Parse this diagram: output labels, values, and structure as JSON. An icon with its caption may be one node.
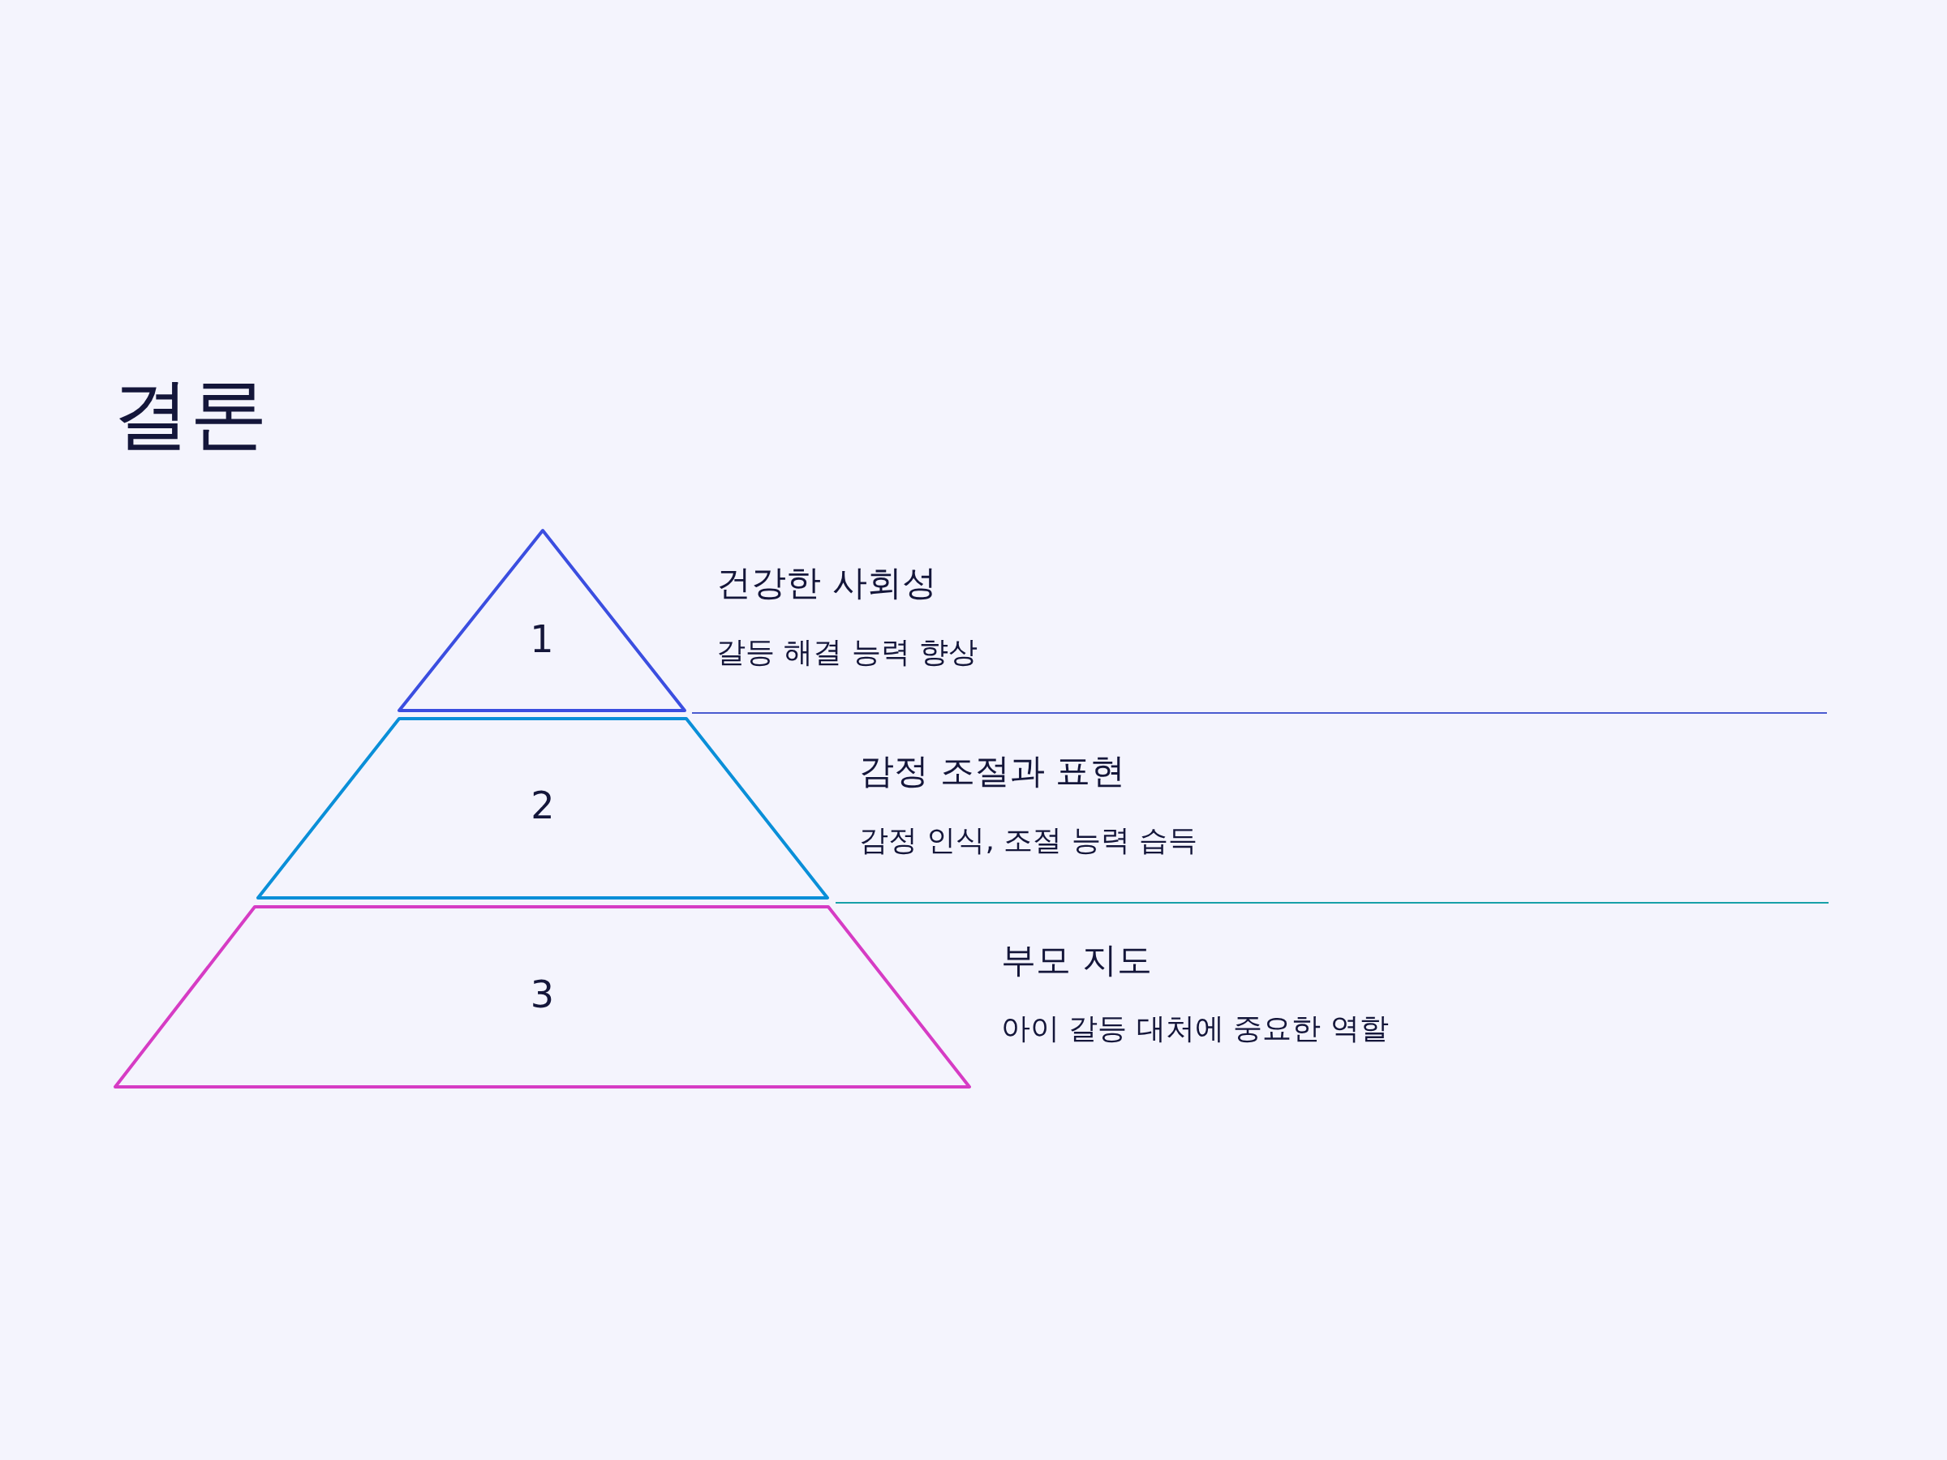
{
  "diagram": {
    "title": "결론",
    "nodes": [
      {
        "text": [
          "1"
        ],
        "beside": [
          "건강한 사회성",
          "갈등 해결 능력 향상"
        ]
      },
      {
        "text": [
          "2"
        ],
        "beside": [
          "감정 조절과 표현",
          "감정 인식, 조절 능력 습득"
        ]
      },
      {
        "text": [
          "3"
        ],
        "beside": [
          "부모 지도",
          "아이 갈등 대처에 중요한 역할"
        ]
      }
    ],
    "edges": []
  }
}
